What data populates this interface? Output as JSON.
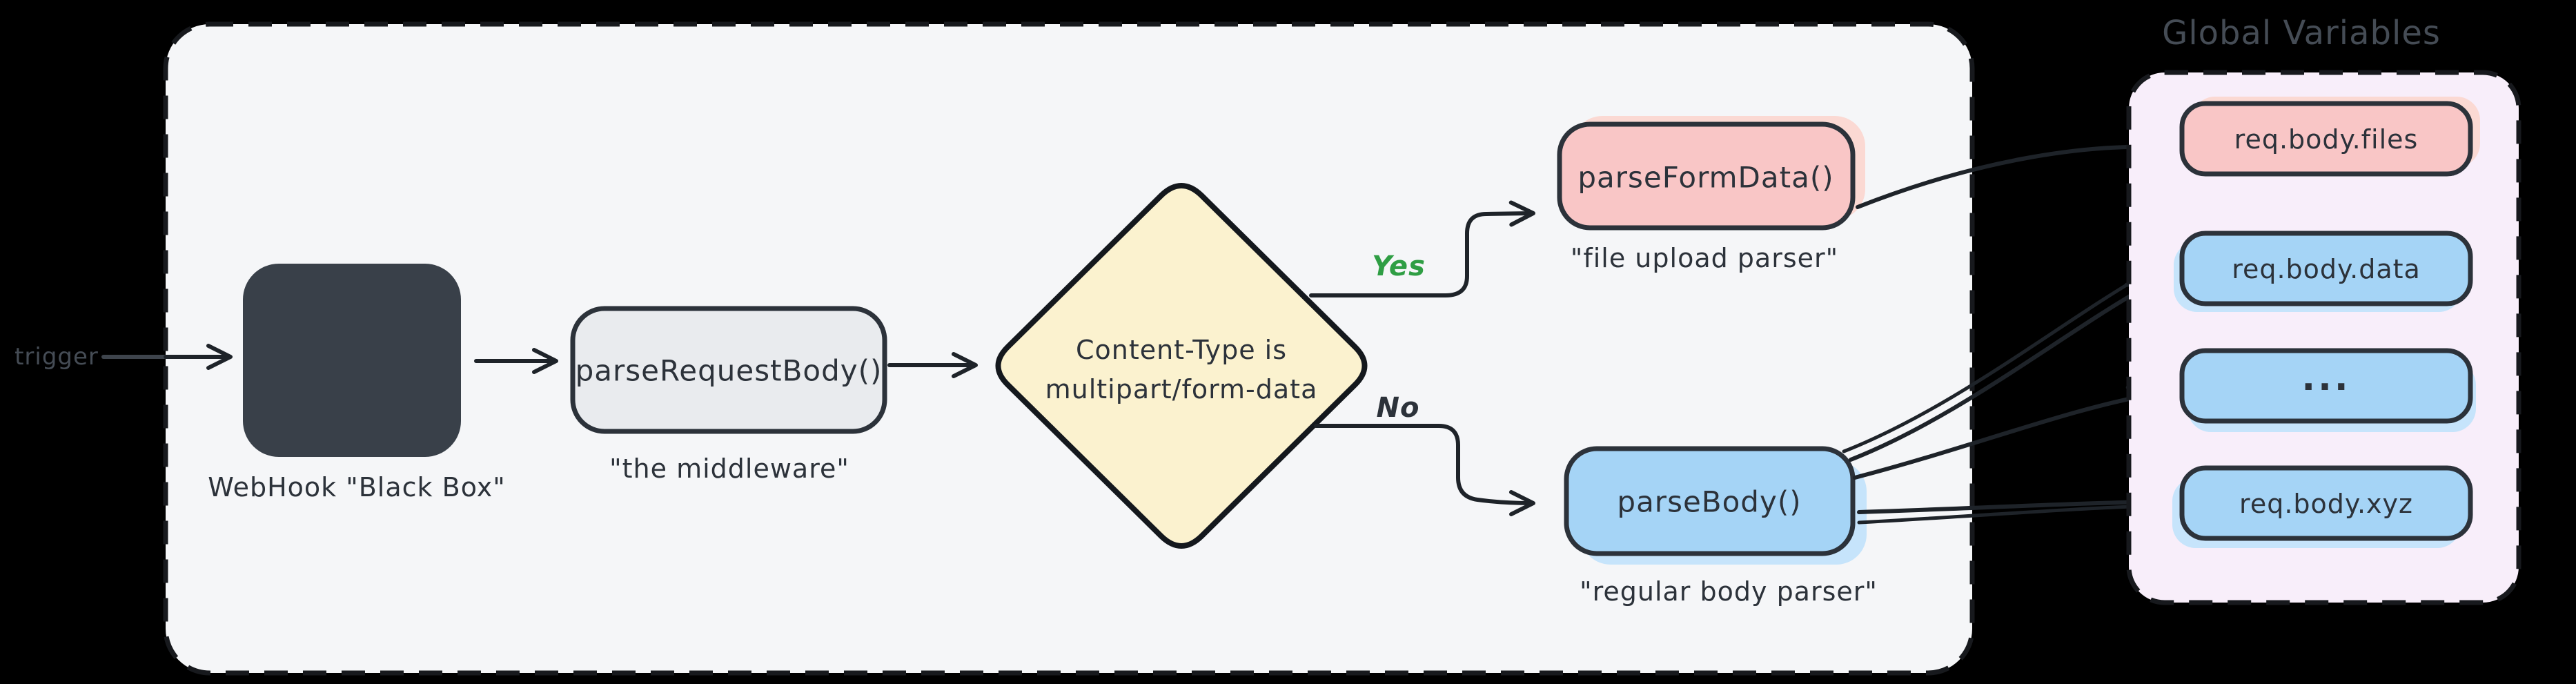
{
  "colors": {
    "canvas_bg": "#000000",
    "container_fill": "#f5f6f8",
    "panel_fill": "#f8eefa",
    "ink": "#1e2329",
    "dim_ink": "#454c55",
    "node_border": "#2c323a",
    "black_box_fill": "#394049",
    "gray_fill": "#e9ebee",
    "diamond_fill": "#fbf2cf",
    "pink_fill": "#f9c6c6",
    "pink_halo": "#fbd9d3",
    "blue_fill": "#a5d4f6",
    "blue_halo": "#c6e4fb",
    "yes_green": "#2f9e44",
    "label_ink": "#2c323a"
  },
  "flow": {
    "trigger_label": "trigger",
    "webhook_caption": "WebHook \"Black Box\"",
    "middleware_label": "parseRequestBody()",
    "middleware_caption": "\"the middleware\"",
    "decision_line1": "Content-Type is",
    "decision_line2": "multipart/form-data",
    "yes_label": "Yes",
    "no_label": "No",
    "formdata_label": "parseFormData()",
    "formdata_caption": "\"file upload parser\"",
    "parsebody_label": "parseBody()",
    "parsebody_caption": "\"regular body parser\""
  },
  "globals": {
    "title": "Global Variables",
    "items": [
      {
        "label": "req.body.files"
      },
      {
        "label": "req.body.data"
      },
      {
        "label": "..."
      },
      {
        "label": "req.body.xyz"
      }
    ]
  }
}
